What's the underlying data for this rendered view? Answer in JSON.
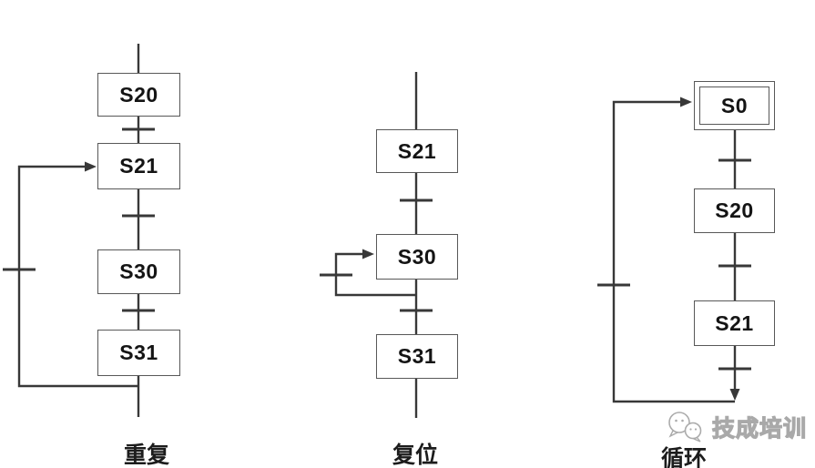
{
  "diagrams": [
    {
      "label": "重复",
      "states": [
        "S20",
        "S21",
        "S30",
        "S31"
      ]
    },
    {
      "label": "复位",
      "states": [
        "S21",
        "S30",
        "S31"
      ]
    },
    {
      "label": "循环",
      "states": [
        "S0",
        "S20",
        "S21"
      ]
    }
  ],
  "watermark": {
    "brand": "技成培训"
  },
  "colors": {
    "line": "#383838",
    "box_border": "#585858",
    "state_text": "#141414",
    "label_text": "#1c1c1c",
    "watermark_gray": "#a9a9a9",
    "background": "#ffffff"
  }
}
